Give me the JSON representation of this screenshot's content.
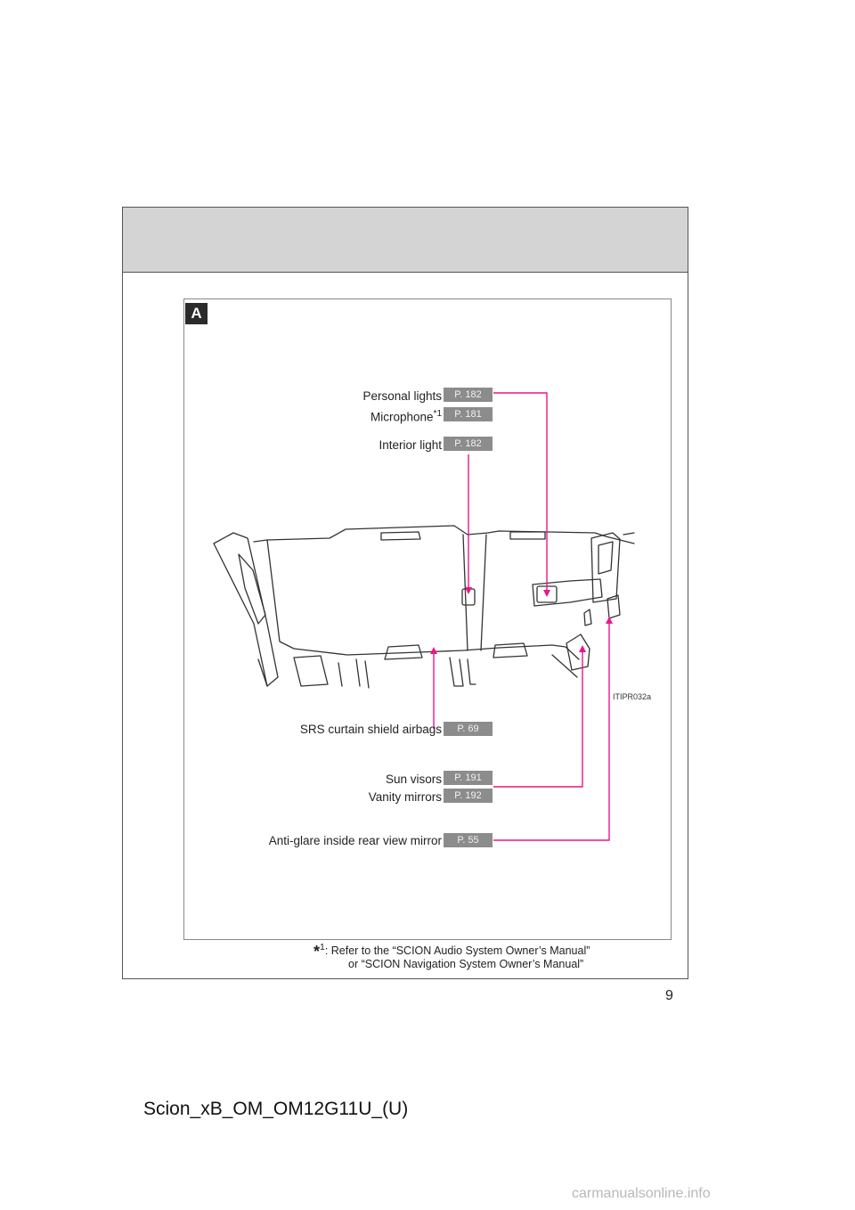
{
  "section": {
    "tag": "A"
  },
  "callouts": [
    {
      "id": "personal-lights",
      "label": "Personal lights",
      "page": "P. 182"
    },
    {
      "id": "microphone",
      "label": "Microphone",
      "sup": "*1",
      "page": "P. 181"
    },
    {
      "id": "interior-light",
      "label": "Interior light",
      "page": "P. 182"
    },
    {
      "id": "srs-curtain-airbags",
      "label": "SRS curtain shield airbags",
      "page": "P. 69"
    },
    {
      "id": "sun-visors",
      "label": "Sun visors",
      "page": "P. 191"
    },
    {
      "id": "vanity-mirrors",
      "label": "Vanity mirrors",
      "page": "P. 192"
    },
    {
      "id": "rear-view-mirror",
      "label": "Anti-glare inside rear view mirror",
      "page": "P. 55"
    }
  ],
  "image_code": "ITIPR032a",
  "footnote": {
    "mark": "*",
    "num": "1",
    "line1": ": Refer to the “SCION Audio System Owner’s Manual”",
    "line2": "or “SCION Navigation System Owner’s Manual”"
  },
  "page_number": "9",
  "document_id": "Scion_xB_OM_OM12G11U_(U)",
  "watermark": "carmanualsonline.info",
  "colors": {
    "leader_line": "#e8178a",
    "page_badge": "#8c8c8c",
    "header_band": "#d4d4d4"
  }
}
